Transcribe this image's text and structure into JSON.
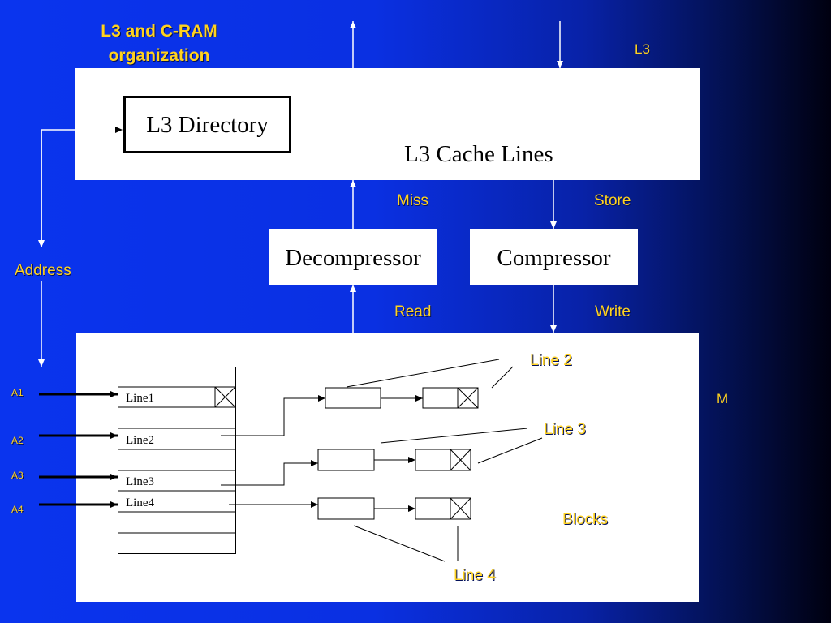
{
  "title_line1": "L3 and C-RAM",
  "title_line2": "organization",
  "labels": {
    "l3": "L3",
    "m": "M",
    "miss": "Miss",
    "store": "Store",
    "read": "Read",
    "write": "Write",
    "address": "Address",
    "line2_callout": "Line 2",
    "line3_callout": "Line 3",
    "line4_callout": "Line 4",
    "blocks": "Blocks"
  },
  "addresses": [
    "A1",
    "A2",
    "A3",
    "A4"
  ],
  "boxes": {
    "l3_directory": "L3 Directory",
    "l3_cache_lines": "L3 Cache Lines",
    "decompressor": "Decompressor",
    "compressor": "Compressor"
  },
  "table_rows": [
    "Line1",
    "Line2",
    "Line3",
    "Line4"
  ],
  "colors": {
    "label_yellow": "#ffd21f",
    "background_blue": "#0a34ee",
    "box_fill": "#ffffff"
  }
}
